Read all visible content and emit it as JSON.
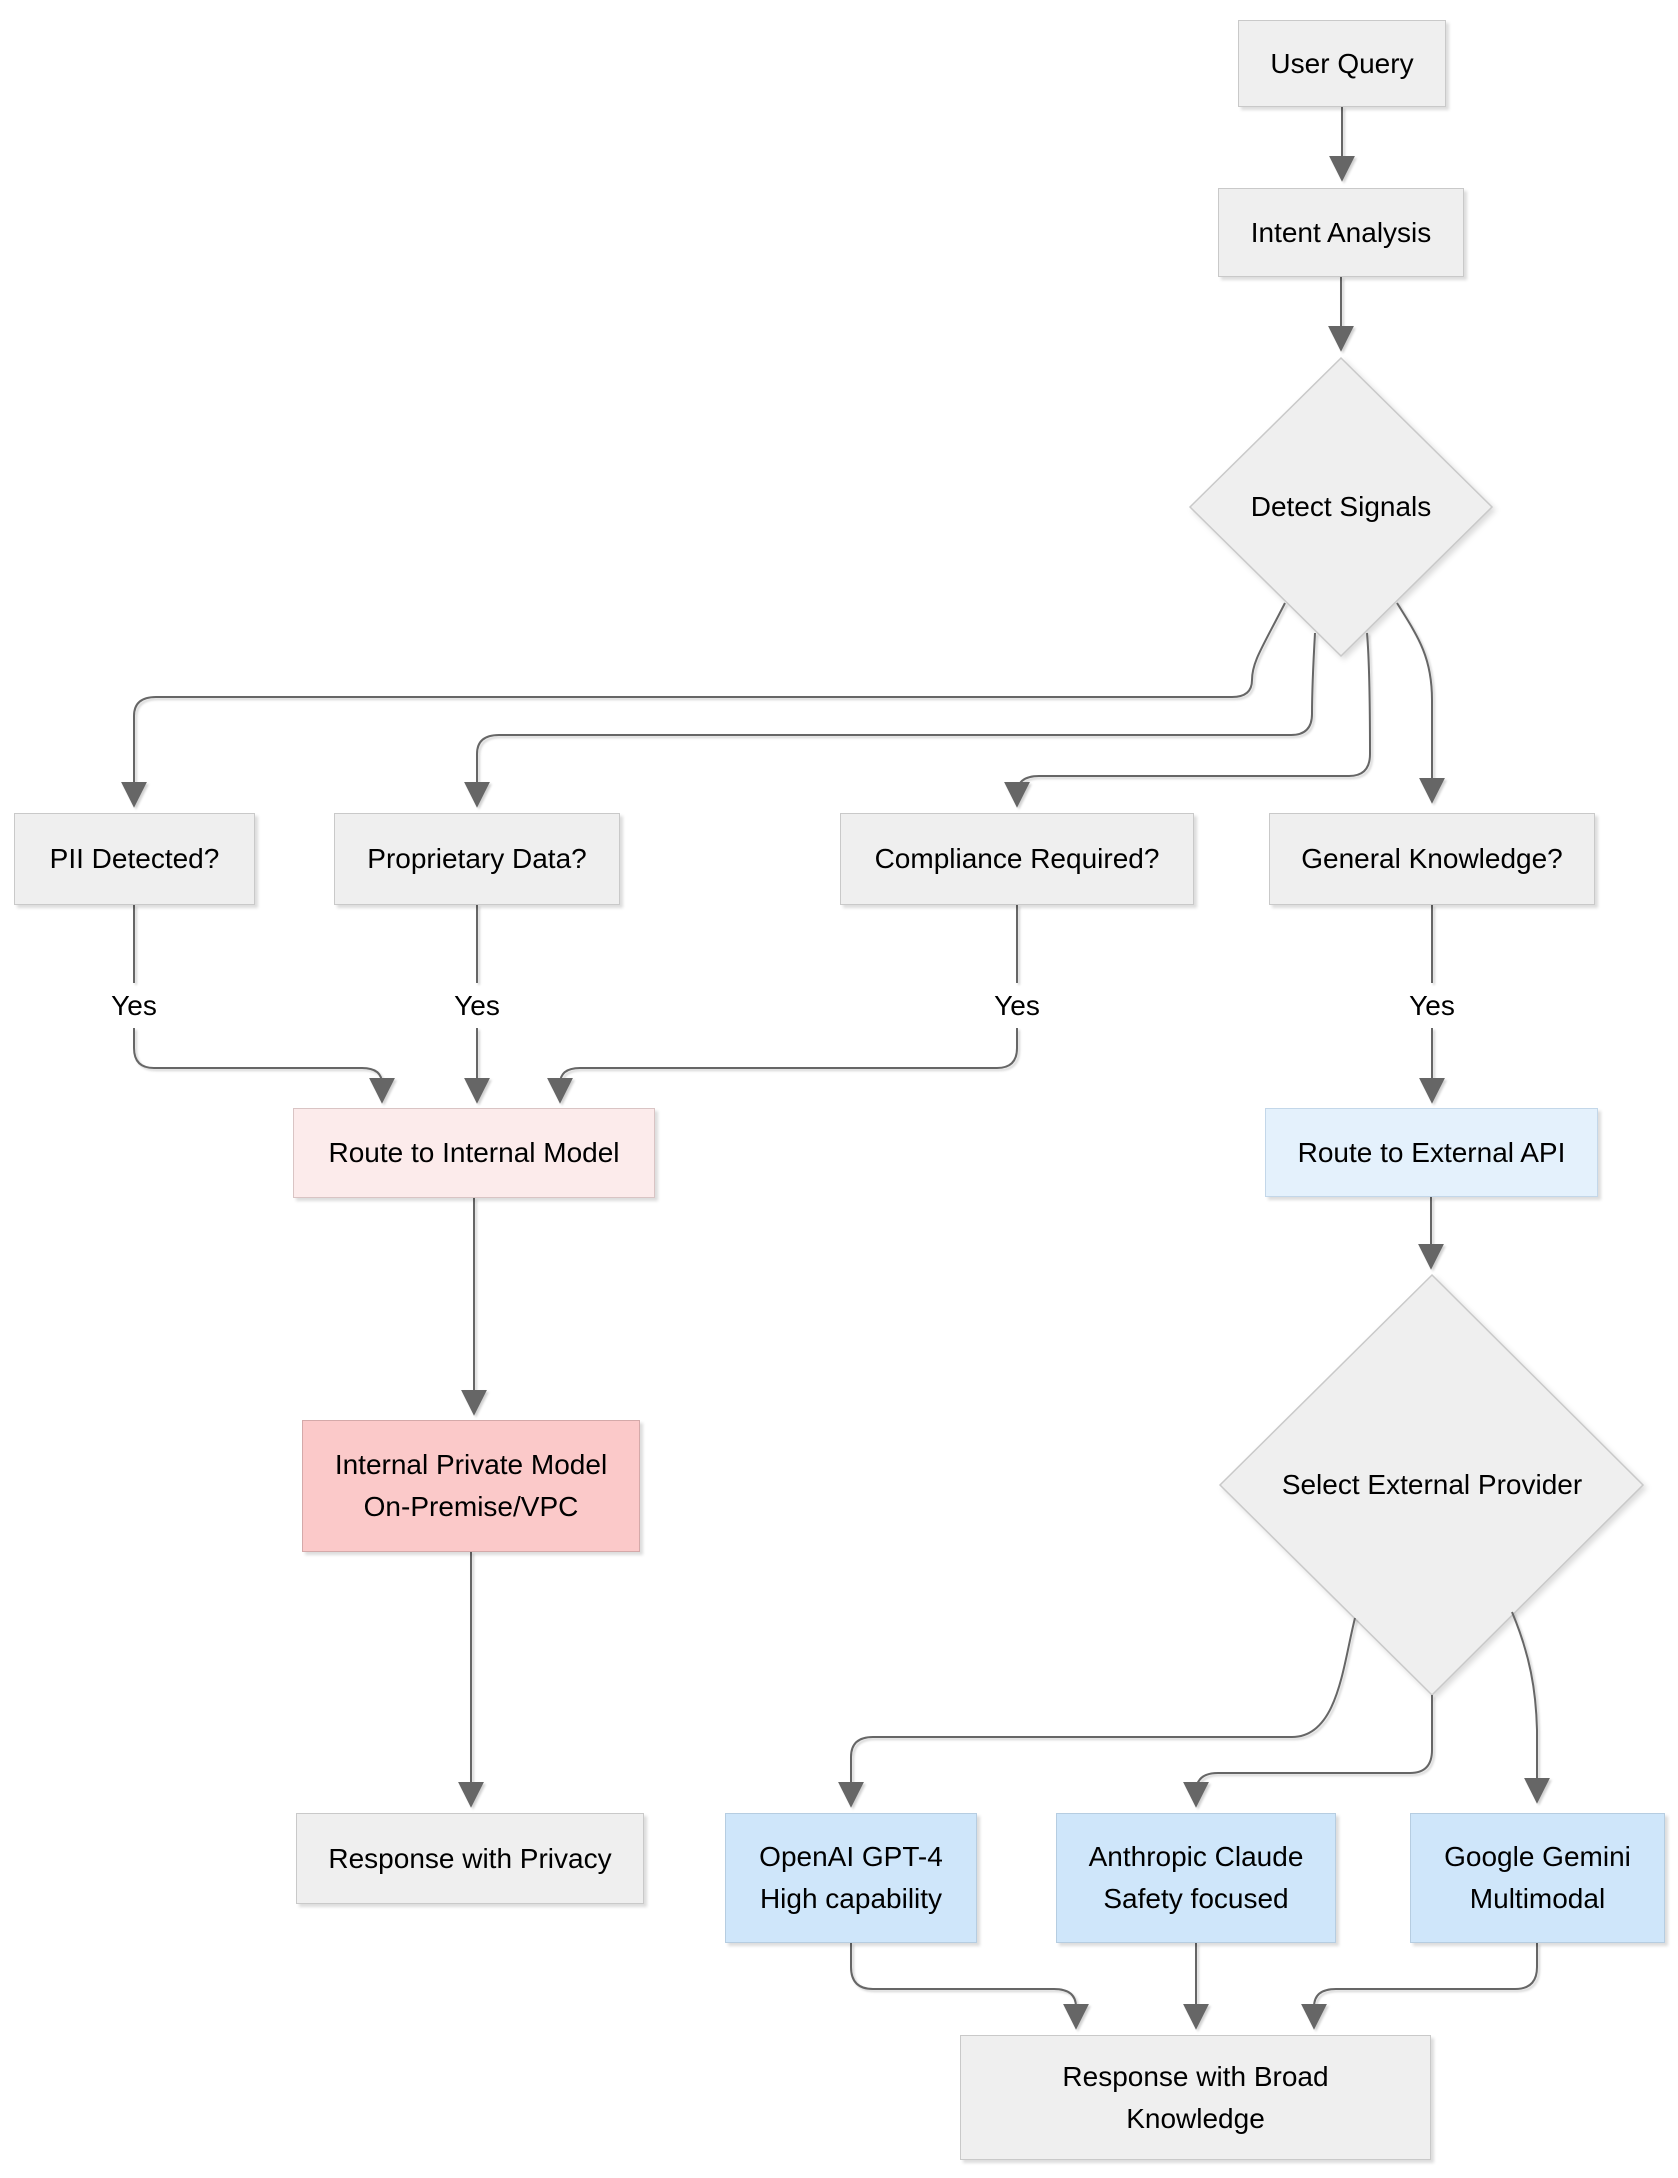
{
  "diagram": {
    "type": "flowchart",
    "nodes": {
      "user_query": {
        "label": "User Query"
      },
      "intent_analysis": {
        "label": "Intent Analysis"
      },
      "detect_signals": {
        "label": "Detect Signals"
      },
      "pii": {
        "label": "PII Detected?"
      },
      "proprietary": {
        "label": "Proprietary Data?"
      },
      "compliance": {
        "label": "Compliance Required?"
      },
      "general_knowledge": {
        "label": "General Knowledge?"
      },
      "route_internal": {
        "label": "Route to Internal Model"
      },
      "route_external": {
        "label": "Route to External API"
      },
      "internal_model": {
        "line1": "Internal Private Model",
        "line2": "On-Premise/VPC"
      },
      "select_provider": {
        "label": "Select External Provider"
      },
      "response_privacy": {
        "label": "Response with Privacy"
      },
      "openai": {
        "line1": "OpenAI GPT-4",
        "line2": "High capability"
      },
      "anthropic": {
        "line1": "Anthropic Claude",
        "line2": "Safety focused"
      },
      "gemini": {
        "line1": "Google Gemini",
        "line2": "Multimodal"
      },
      "response_broad": {
        "line1": "Response with Broad",
        "line2": "Knowledge"
      }
    },
    "edge_labels": [
      "Yes",
      "Yes",
      "Yes",
      "Yes"
    ]
  },
  "colors": {
    "node_fill": "#efefef",
    "node_border": "#c9c9c9",
    "pink_light_fill": "#fcebeb",
    "pink_light_border": "#d9c4c4",
    "pink_fill": "#fbc9c9",
    "pink_border": "#d4a9a9",
    "blue_light_fill": "#e4f1fc",
    "blue_light_border": "#c3d7e9",
    "blue_fill": "#cfe6fa",
    "blue_border": "#b6cde1",
    "edge": "#666666",
    "text": "#000000"
  }
}
